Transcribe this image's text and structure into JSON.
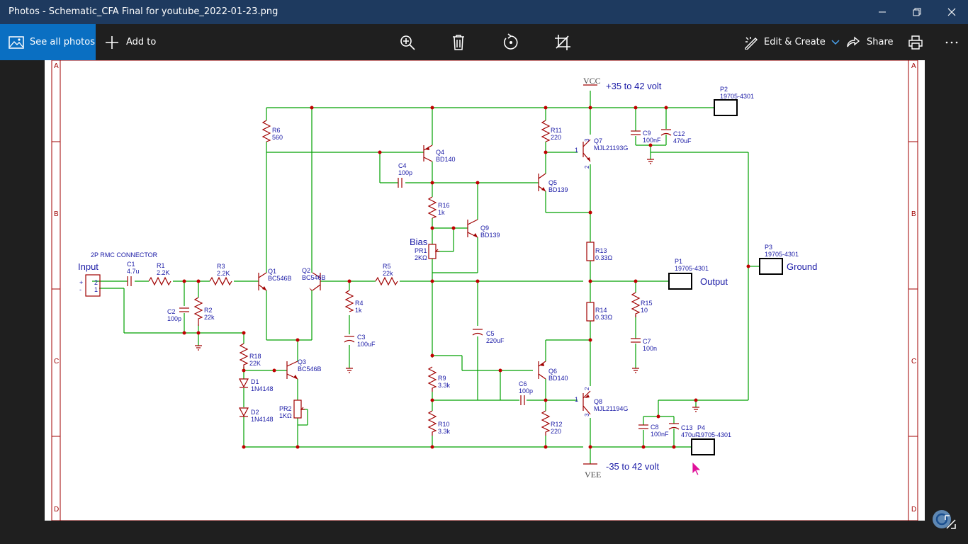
{
  "window": {
    "title": "Photos - Schematic_CFA Final for youtube_2022-01-23.png"
  },
  "toolbar": {
    "see_all": "See all photos",
    "add_to": "Add to",
    "edit_create": "Edit & Create",
    "share": "Share"
  },
  "icons": [
    "photos-icon",
    "plus-icon",
    "zoom-icon",
    "delete-icon",
    "rotate-icon",
    "crop-icon",
    "edit-create-icon",
    "chevron-down-icon",
    "share-icon",
    "print-icon",
    "more-icon",
    "minimize-icon",
    "restore-icon",
    "close-icon"
  ],
  "schematic": {
    "border_rows": [
      "A",
      "B",
      "C",
      "D"
    ],
    "supply_pos": "VCC",
    "supply_neg": "VEE",
    "note_pos": "+35 to 42 volt",
    "note_neg": "-35 to 42 volt",
    "input_label": "Input",
    "output_label": "Output",
    "ground_label": "Ground",
    "bias_label": "Bias",
    "connector_title": "2P RMC CONNECTOR",
    "connector_pins": [
      "2",
      "1"
    ],
    "connector_signs": [
      "+",
      "-"
    ],
    "pin_1": "1",
    "pin_2": "2",
    "pin_3": "3",
    "parts": {
      "C1": [
        "C1",
        "4.7u"
      ],
      "R1": [
        "R1",
        "2.2K"
      ],
      "R3": [
        "R3",
        "2.2K"
      ],
      "C2": [
        "C2",
        "100p"
      ],
      "R2": [
        "R2",
        "22k"
      ],
      "R6": [
        "R6",
        "560"
      ],
      "Q1": [
        "Q1",
        "BC546B"
      ],
      "Q2": [
        "Q2",
        "BC546B"
      ],
      "R18": [
        "R18",
        "22K"
      ],
      "D1": [
        "D1",
        "1N4148"
      ],
      "D2": [
        "D2",
        "1N4148"
      ],
      "Q3": [
        "Q3",
        "BC546B"
      ],
      "PR2": [
        "PR2",
        "1KΩ"
      ],
      "R5": [
        "R5",
        "22k"
      ],
      "R4": [
        "R4",
        "1k"
      ],
      "C3": [
        "C3",
        "100uF"
      ],
      "C4": [
        "C4",
        "100p"
      ],
      "Q4": [
        "Q4",
        "BD140"
      ],
      "R16": [
        "R16",
        "1k"
      ],
      "Q9": [
        "Q9",
        "BD139"
      ],
      "PR1": [
        "PR1",
        "2KΩ"
      ],
      "C5": [
        "C5",
        "220uF"
      ],
      "R9": [
        "R9",
        "3.3k"
      ],
      "R10": [
        "R10",
        "3.3k"
      ],
      "R11": [
        "R11",
        "220"
      ],
      "Q5": [
        "Q5",
        "BD139"
      ],
      "Q6": [
        "Q6",
        "BD140"
      ],
      "C6": [
        "C6",
        "100p"
      ],
      "R12": [
        "R12",
        "220"
      ],
      "Q7": [
        "Q7",
        "MJL21193G"
      ],
      "Q8": [
        "Q8",
        "MJL21194G"
      ],
      "R13": [
        "R13",
        "0.33Ω"
      ],
      "R14": [
        "R14",
        "0.33Ω"
      ],
      "R15": [
        "R15",
        "10"
      ],
      "C7": [
        "C7",
        "100n"
      ],
      "C9": [
        "C9",
        "100nF"
      ],
      "C12": [
        "C12",
        "470uF"
      ],
      "C8": [
        "C8",
        "100nF"
      ],
      "C13": [
        "C13",
        "470uF"
      ],
      "P1": [
        "P1",
        "19705-4301"
      ],
      "P2": [
        "P2",
        "19705-4301"
      ],
      "P3": [
        "P3",
        "19705-4301"
      ],
      "P4": [
        "P4",
        "19705-4301"
      ]
    }
  },
  "colors": {
    "titlebar": "#1e3a5f",
    "accent": "#0a6fc2",
    "wire": "#00a000",
    "component": "#a00000",
    "text_blue": "#1a1aa6",
    "junction": "#c00000"
  }
}
